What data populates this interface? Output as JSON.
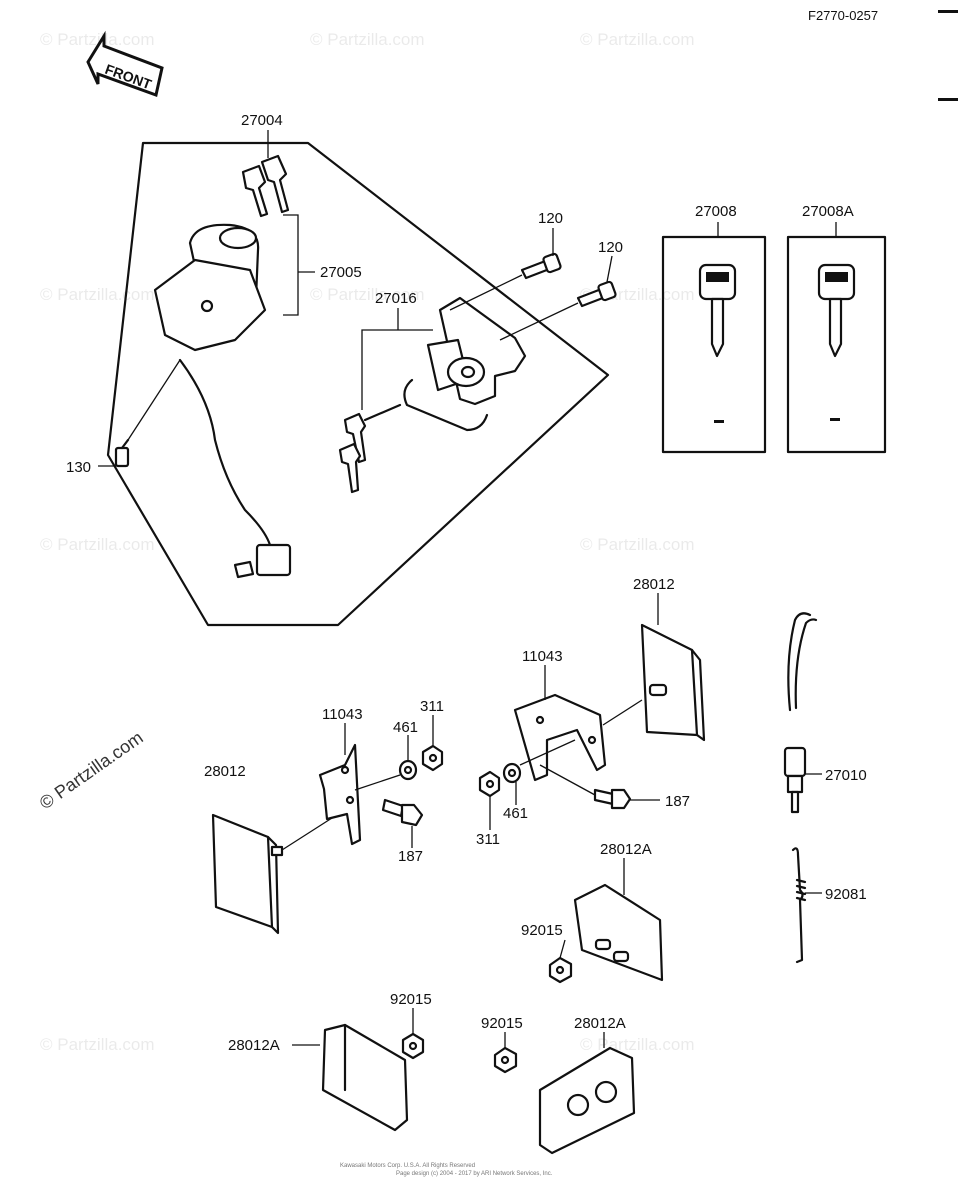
{
  "header": {
    "figure_code": "F2770-0257",
    "front_label": "FRONT"
  },
  "parts": {
    "p27004": "27004",
    "p27005": "27005",
    "p120a": "120",
    "p120b": "120",
    "p27016": "27016",
    "p27008": "27008",
    "p27008A": "27008A",
    "p130": "130",
    "p28012_top": "28012",
    "p11043_right": "11043",
    "p11043_left": "11043",
    "p461_left": "461",
    "p311_left": "311",
    "p28012_left": "28012",
    "p187_right": "187",
    "p311_right": "311",
    "p461_right": "461",
    "p187_left": "187",
    "p27010": "27010",
    "p92081": "92081",
    "p28012A_mid": "28012A",
    "p92015_mid": "92015",
    "p92015_left": "92015",
    "p28012A_left": "28012A",
    "p92015_right": "92015",
    "p28012A_right": "28012A"
  },
  "watermark": {
    "text": "© Partzilla.com"
  },
  "footer": {
    "line1": "Kawasaki Motors Corp. U.S.A. All Rights Reserved",
    "line2": "Page design (c) 2004 - 2017 by ARI Network Services, Inc."
  }
}
